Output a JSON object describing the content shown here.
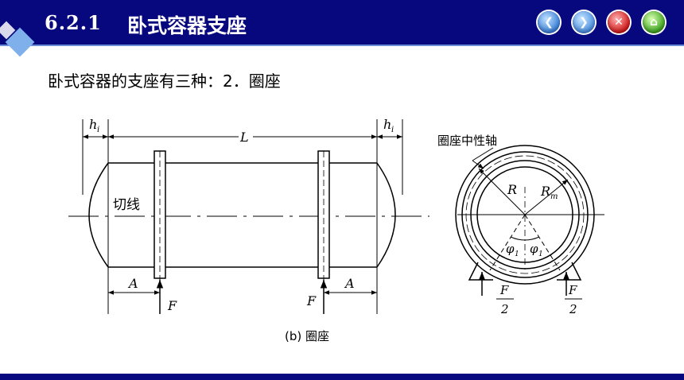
{
  "header": {
    "section_number": "6.2.1",
    "section_title": "卧式容器支座",
    "nav_buttons": [
      {
        "name": "previous",
        "icon": "arrow-left-icon"
      },
      {
        "name": "next",
        "icon": "arrow-right-icon"
      },
      {
        "name": "close",
        "icon": "close-icon"
      },
      {
        "name": "home",
        "icon": "home-icon"
      }
    ]
  },
  "intro_text": "卧式容器的支座有三种：2．圈座",
  "diagram": {
    "labels": {
      "hi_left": "h",
      "hi_sub": "i",
      "L": "L",
      "hi_right": "h",
      "tangent": "切线",
      "A_left": "A",
      "A_right": "A",
      "F_left": "F",
      "F_right": "F",
      "ring_axis": "圈座中性轴",
      "R": "R",
      "Rm": "R",
      "Rm_sub": "m",
      "phi_left": "φ",
      "phi_right": "φ",
      "phi_sub": "1",
      "F2_left_num": "F",
      "F2_left_den": "2",
      "F2_right_num": "F",
      "F2_right_den": "2"
    },
    "caption": "(b) 圈座"
  }
}
